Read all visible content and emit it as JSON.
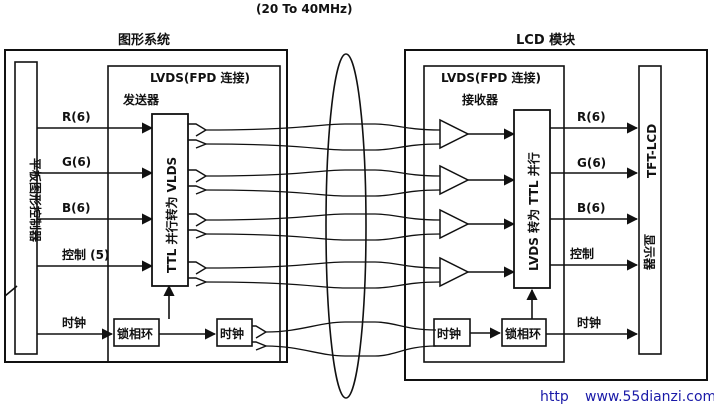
{
  "header": {
    "frequency": "(20 To 40MHz)"
  },
  "graphics_system": {
    "title": "图形系统",
    "controller": "平板图形控制器",
    "transmitter_title": "LVDS(FPD 连接)",
    "transmitter_sub": "发送器",
    "converter": "TTL 并行转为 VLDS",
    "pll": "锁相环",
    "clock_out": "时钟"
  },
  "lcd_module": {
    "title": "LCD 模块",
    "receiver_title": "LVDS(FPD 连接)",
    "receiver_sub": "接收器",
    "converter": "LVDS 转为 TTL 并行",
    "clock_in": "时钟",
    "pll": "锁相环",
    "display_vertical": "TFT-LCD",
    "display_label": "显示器"
  },
  "signals_left": [
    "R(6)",
    "G(6)",
    "B(6)",
    "控制 (5)",
    "时钟"
  ],
  "signals_right": [
    "R(6)",
    "G(6)",
    "B(6)",
    "控制",
    "时钟"
  ],
  "watermark": {
    "prefix": "http",
    "url": "www.55dianzi.com",
    "color": "#1a1aa8"
  }
}
